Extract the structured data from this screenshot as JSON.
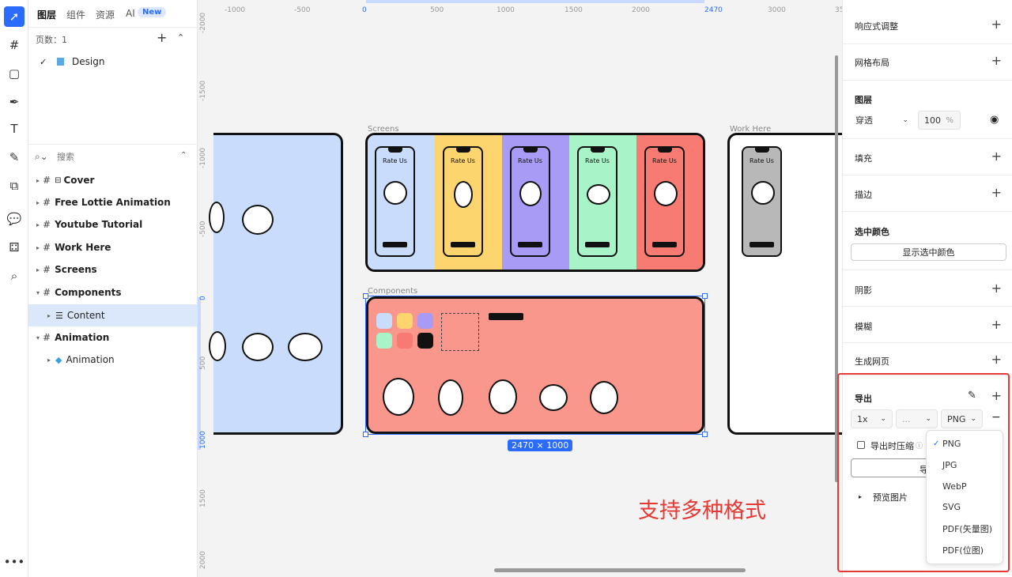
{
  "toolbar": {
    "tools": [
      "pointer-icon",
      "frame-icon",
      "rectangle-icon",
      "pen-icon",
      "text-icon",
      "pencil-icon",
      "component-icon",
      "comment-icon",
      "plugin-icon",
      "search-icon",
      "more-icon"
    ]
  },
  "layers_panel": {
    "tabs": [
      "图层",
      "组件",
      "资源",
      "AI"
    ],
    "ai_badge": "New",
    "pages_label": "页数：1",
    "page_name": "Design",
    "search_placeholder": "搜索",
    "items": [
      "Cover",
      "Free Lottie Animation",
      "Youtube Tutorial",
      "Work Here",
      "Screens",
      "Components",
      "Content",
      "Animation",
      "Animation"
    ]
  },
  "canvas": {
    "ruler_x": [
      "-1000",
      "-500",
      "0",
      "500",
      "1000",
      "1500",
      "2000",
      "2470",
      "3000",
      "35"
    ],
    "ruler_y": [
      "-2000",
      "-1500",
      "-1000",
      "-500",
      "0",
      "500",
      "1000",
      "1500",
      "2000"
    ],
    "frames": {
      "screens": "Screens",
      "components": "Components",
      "work_here": "Work Here"
    },
    "screen_title": "Rate Us",
    "size_badge": "2470 × 1000",
    "annotation": "支持多种格式",
    "colors": {
      "blue": "#c9dcfb",
      "yellow": "#fdd56f",
      "purple": "#a89bf5",
      "green": "#a8f4c8",
      "red": "#f77b72",
      "comp_bg": "#f9978d",
      "gray": "#b8b8b8",
      "accent": "#2b6cff",
      "highlight": "#e53935"
    }
  },
  "props": {
    "sections": [
      "响应式调整",
      "网格布局",
      "图层",
      "填充",
      "描边",
      "选中颜色",
      "阴影",
      "模糊",
      "生成网页",
      "导出"
    ],
    "layer_mode": "穿透",
    "opacity": "100",
    "percent": "%",
    "show_colors_btn": "显示选中颜色",
    "export_scale": "1x",
    "export_suffix": "...",
    "export_format": "PNG",
    "compress_label": "导出时压缩",
    "export_btn_partial": "导",
    "preview_label": "预览图片",
    "format_options": [
      "PNG",
      "JPG",
      "WebP",
      "SVG",
      "PDF(矢量图)",
      "PDF(位图)"
    ],
    "check": "✓"
  }
}
